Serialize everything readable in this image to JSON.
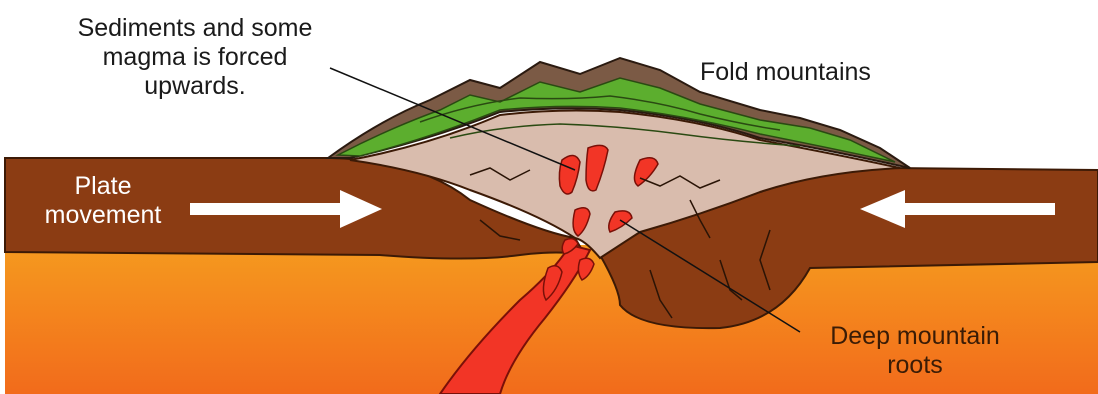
{
  "labels": {
    "sediments": [
      "Sediments and some",
      "magma is forced",
      "upwards."
    ],
    "fold_mountains": "Fold mountains",
    "plate_movement": [
      "Plate",
      "movement"
    ],
    "deep_roots": [
      "Deep mountain",
      "roots"
    ]
  },
  "colors": {
    "mantle_top": "#f48a1d",
    "mantle_bottom": "#f6721a",
    "plate": "#8b3c13",
    "plate_dark": "#5a2408",
    "sediment": "#d9bcad",
    "mountain_green": "#5cae2e",
    "mountain_brown": "#7b5a45",
    "magma": "#f23526",
    "arrow": "#ffffff"
  }
}
